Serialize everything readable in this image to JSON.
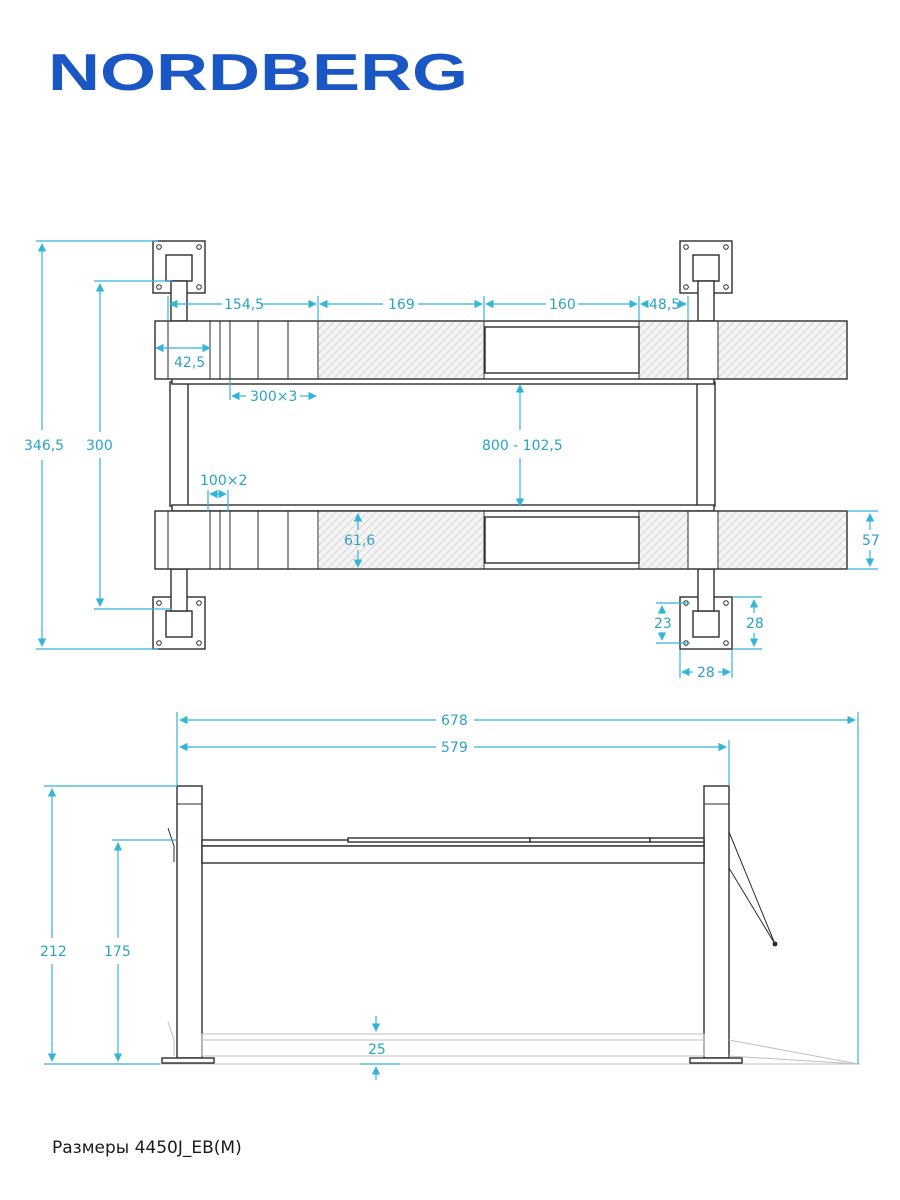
{
  "brand": {
    "logo_text": "NORDBERG",
    "color": "#1a56c4"
  },
  "colors": {
    "dimension": "#33b5d8",
    "dimension_text": "#2aa3c8",
    "outline": "#2d2d2d"
  },
  "top_view": {
    "dims": {
      "overall_depth": "346,5",
      "column_span": "300",
      "front_offset": "154,5",
      "ramp_section": "169",
      "mid_section": "160",
      "rear_section": "48,5",
      "runway_stub": "42,5",
      "holes_a": "300×3",
      "gap_between": "800 - 102,5",
      "holes_b": "100×2",
      "runway_width_inner": "61,6",
      "runway_width": "57",
      "base_inner": "23",
      "base_height": "28",
      "base_width": "28"
    }
  },
  "side_view": {
    "dims": {
      "overall_length": "678",
      "column_distance": "579",
      "max_height": "212",
      "lift_height": "175",
      "min_height": "25"
    }
  },
  "caption": "Размеры 4450J_EB(M)"
}
